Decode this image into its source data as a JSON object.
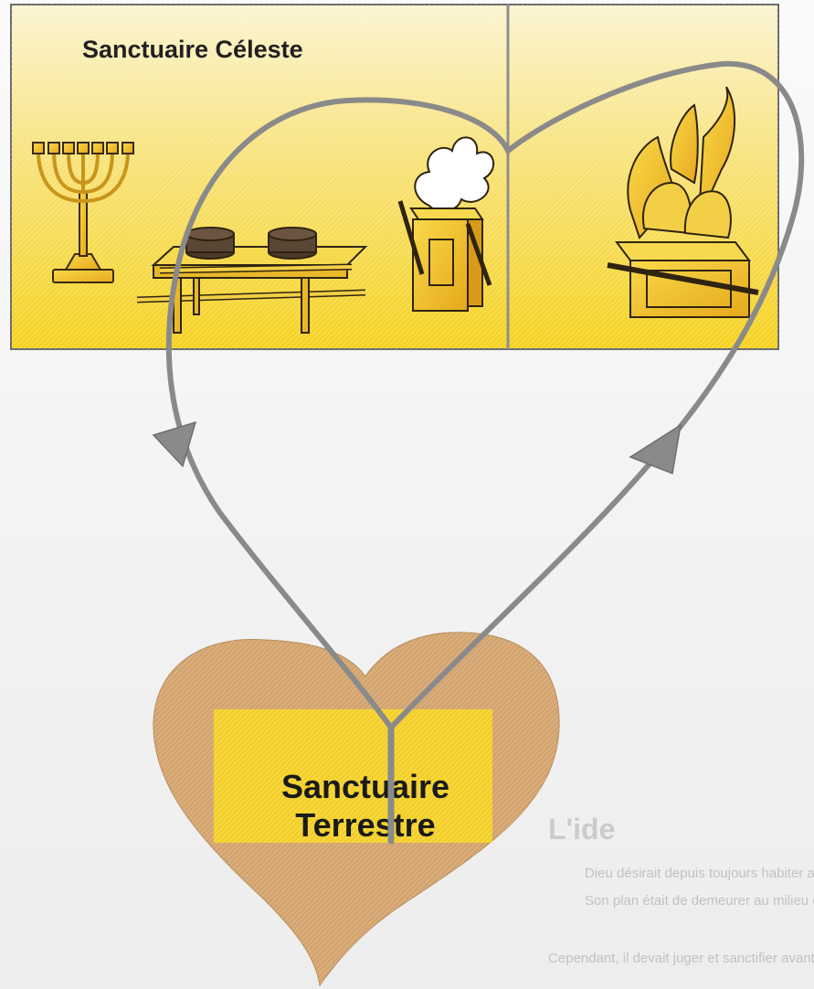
{
  "heavenly_sanctuary": {
    "title": "Sanctuaire Céleste",
    "items": [
      "menorah-icon",
      "showbread-table-icon",
      "incense-altar-icon",
      "ark-of-covenant-icon"
    ]
  },
  "earthly_sanctuary": {
    "title_line1": "Sanctuaire",
    "title_line2": "Terrestre",
    "shape": "heart"
  },
  "background_text": {
    "heading": "L'ide",
    "line1": "Dieu désirait depuis toujours habiter avec les hommes.",
    "line2": "Son plan était de demeurer au milieu de son peuple.",
    "line3": "Cependant, il devait juger et sanctifier avant de parvenir, au cœur de la..."
  },
  "colors": {
    "sanctuary_yellow": "#f5d21f",
    "sanctuary_light": "#fbeea0",
    "heart_tan": "#d4a46e",
    "arrow_gray": "#8a8a8a",
    "outline": "#5a5a5a"
  }
}
